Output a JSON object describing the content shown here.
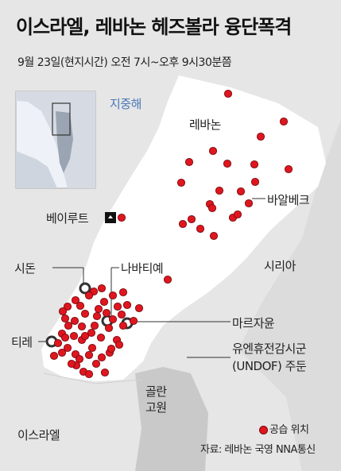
{
  "title": "이스라엘, 레바논 헤즈볼라 융단폭격",
  "subtitle": "9월 23일(현지시간) 오전 7시~오후 9시30분쯤",
  "labels": {
    "sea": "지중해",
    "lebanon": "레바논",
    "baalbek": "바알베크",
    "beirut": "베이루트",
    "sidon": "시돈",
    "nabatieh": "나바티예",
    "syria": "시리아",
    "marjayoun": "마르자윤",
    "tyre": "티레",
    "undof_line1": "유엔휴전감시군",
    "undof_line2": "(UNDOF) 주둔",
    "golan_line1": "골란",
    "golan_line2": "고원",
    "israel": "이스라엘"
  },
  "legend": {
    "strike_label": "공습 위치"
  },
  "source": "자료: 레바논 국영 NNA통신",
  "colors": {
    "strike": "#e0161f",
    "land": "#e6e6e6",
    "lebanon": "#ffffff",
    "sea": "#e6e6e6"
  }
}
